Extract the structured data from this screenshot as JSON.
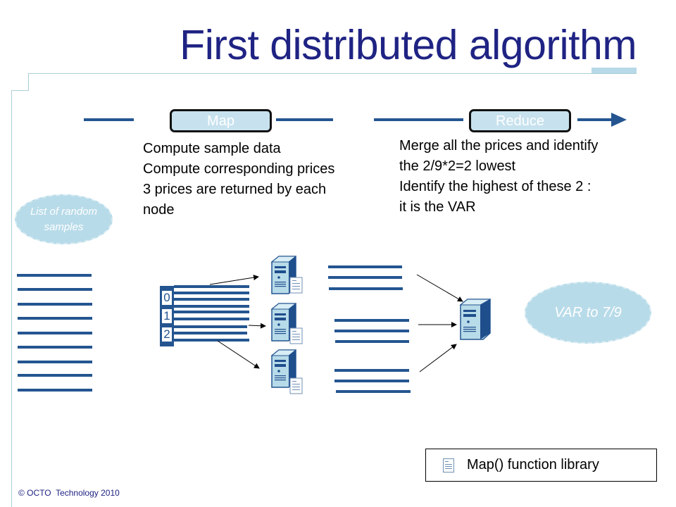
{
  "slide": {
    "title": "First distributed algorithm",
    "footer": "© OCTO  Technology 2010"
  },
  "pipeline": {
    "map": {
      "label": "Map",
      "description": [
        "Compute sample data",
        "Compute corresponding prices",
        "3 prices are returned by each",
        "node"
      ]
    },
    "reduce": {
      "label": "Reduce",
      "description": [
        "Merge all the prices and identify",
        "the 2/9*2=2 lowest",
        "Identify the highest of these 2 :",
        "it is the VAR"
      ]
    }
  },
  "input": {
    "label": "List of random samples",
    "label_lines": [
      "List of random",
      "samples"
    ],
    "sample_count": 9
  },
  "partitions": {
    "indices": [
      "0",
      "1",
      "2"
    ]
  },
  "mappers": [
    {
      "icon": "server-with-document-icon",
      "results_count": 3
    },
    {
      "icon": "server-with-document-icon",
      "results_count": 3
    },
    {
      "icon": "server-with-document-icon",
      "results_count": 3
    }
  ],
  "reducer": {
    "icon": "server-icon"
  },
  "output": {
    "label": "VAR to 7/9"
  },
  "legend": {
    "icon": "document-icon",
    "label": "Map() function library"
  },
  "colors": {
    "title": "#1f2383",
    "accent_blue": "#245590",
    "light_blue": "#b8dbe9",
    "decoration": "#a9cfd6"
  }
}
